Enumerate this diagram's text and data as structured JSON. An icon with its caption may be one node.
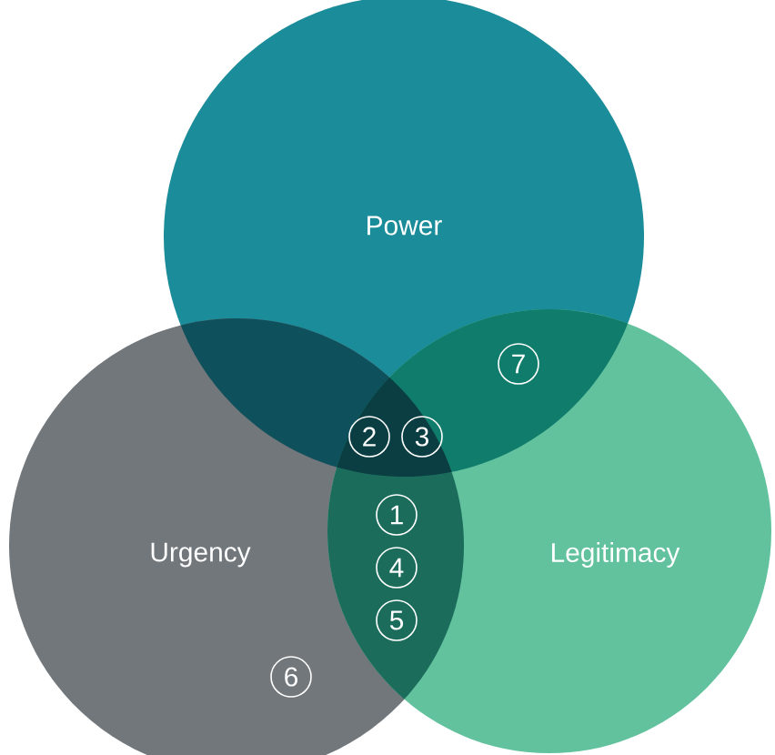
{
  "diagram": {
    "nodes": [
      {
        "text": [
          "Power"
        ]
      },
      {
        "text": [
          "Urgency"
        ]
      },
      {
        "text": [
          "Legitimacy"
        ]
      }
    ],
    "labels": [
      "7",
      "2",
      "3",
      "1",
      "4",
      "5",
      "6"
    ]
  }
}
